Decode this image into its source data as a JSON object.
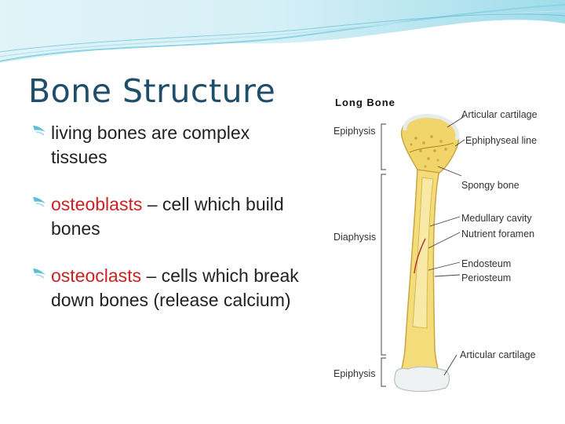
{
  "slide": {
    "title": "Bone Structure",
    "bullets": [
      {
        "term": "",
        "text": "living bones are complex tissues"
      },
      {
        "term": "osteoblasts",
        "text": " – cell which build bones"
      },
      {
        "term": "osteoclasts",
        "text": " – cells which break down bones (release calcium)"
      }
    ]
  },
  "figure": {
    "heading": "Long Bone",
    "labels": {
      "epiphysis_top": "Epiphysis",
      "diaphysis": "Diaphysis",
      "epiphysis_bottom": "Epiphysis",
      "articular_cartilage_top": "Articular cartilage",
      "epiphyseal_line": "Ephiphyseal line",
      "spongy_bone": "Spongy bone",
      "medullary_cavity": "Medullary cavity",
      "nutrient_foramen": "Nutrient foramen",
      "endosteum": "Endosteum",
      "periosteum": "Periosteum",
      "articular_cartilage_bottom": "Articular cartilage"
    }
  },
  "colors": {
    "title": "#1f4e6b",
    "term_highlight": "#cc2222",
    "bone": "#f4dc7a",
    "bone_outline": "#c8a640",
    "cartilage": "#eef2f2",
    "wave": "#5bbfd6"
  }
}
